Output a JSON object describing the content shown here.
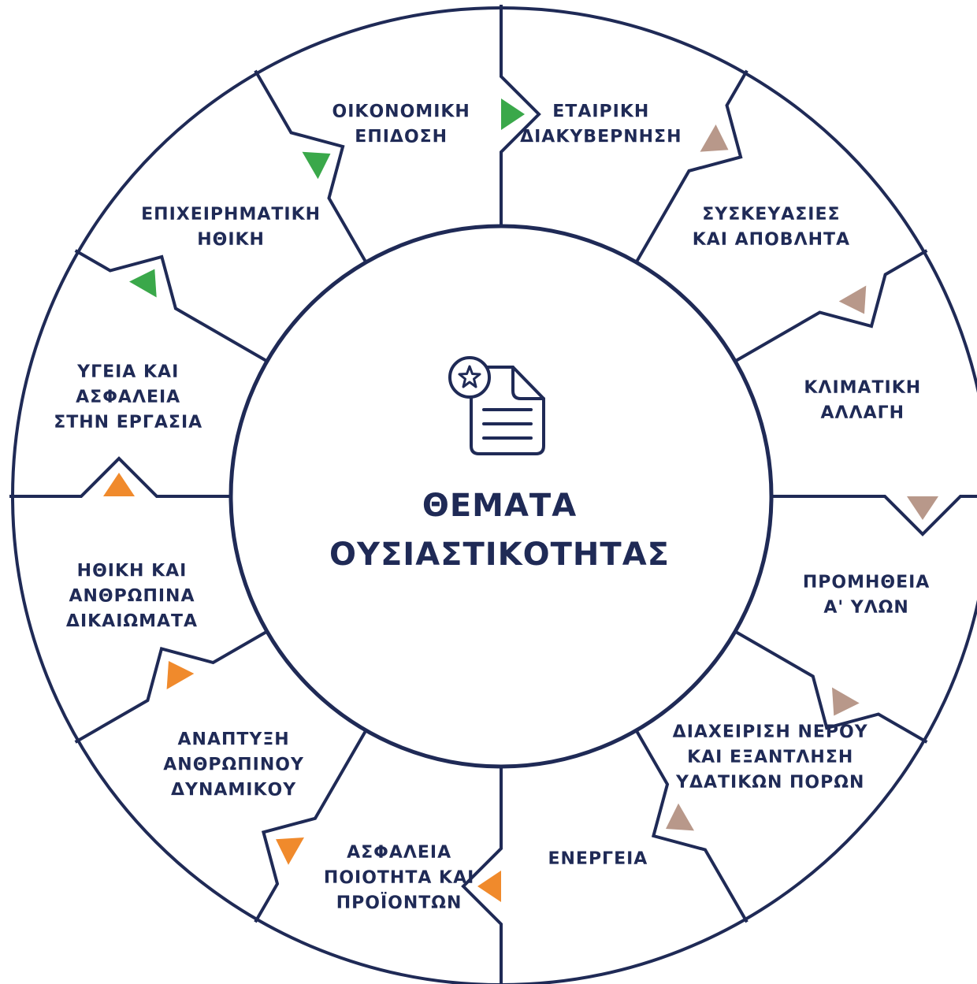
{
  "diagram": {
    "center": {
      "title_line1": "ΘΕΜΑΤΑ",
      "title_line2": "ΟΥΣΙΑΣΤΙΚΟΤΗΤΑΣ",
      "icon": "document-star-icon"
    },
    "colors": {
      "navy": "#1f2a56",
      "brown": "#b8988a",
      "green": "#3aa84a",
      "orange": "#f08a2c",
      "background": "#ffffff"
    },
    "segments": [
      {
        "id": "corporate-governance",
        "lines": [
          "ΕΤΑΙΡΙΚΗ",
          "ΔΙΑΚΥΒΕΡΝΗΣΗ"
        ],
        "category": "green"
      },
      {
        "id": "packaging-waste",
        "lines": [
          "ΣΥΣΚΕΥΑΣΙΕΣ",
          "ΚΑΙ ΑΠΟΒΛΗΤΑ"
        ],
        "category": "brown"
      },
      {
        "id": "climate-change",
        "lines": [
          "ΚΛΙΜΑΤΙΚΗ",
          "ΑΛΛΑΓΗ"
        ],
        "category": "brown"
      },
      {
        "id": "raw-materials",
        "lines": [
          "ΠΡΟΜΗΘΕΙΑ",
          "Α' ΥΛΩΝ"
        ],
        "category": "brown"
      },
      {
        "id": "water-management",
        "lines": [
          "ΔΙΑΧΕΙΡΙΣΗ ΝΕΡΟΥ",
          "ΚΑΙ ΕΞΑΝΤΛΗΣΗ",
          "ΥΔΑΤΙΚΩΝ ΠΟΡΩΝ"
        ],
        "category": "brown"
      },
      {
        "id": "energy",
        "lines": [
          "ΕΝΕΡΓΕΙΑ"
        ],
        "category": "brown"
      },
      {
        "id": "product-quality",
        "lines": [
          "ΑΣΦΑΛΕΙΑ",
          "ΠΟΙΟΤΗΤΑ ΚΑΙ",
          "ΠΡΟΪΟΝΤΩΝ"
        ],
        "category": "orange"
      },
      {
        "id": "human-capital",
        "lines": [
          "ΑΝΑΠΤΥΞΗ",
          "ΑΝΘΡΩΠΙΝΟΥ",
          "ΔΥΝΑΜΙΚΟΥ"
        ],
        "category": "orange"
      },
      {
        "id": "human-rights",
        "lines": [
          "ΗΘΙΚΗ ΚΑΙ",
          "ΑΝΘΡΩΠΙΝΑ",
          "ΔΙΚΑΙΩΜΑΤΑ"
        ],
        "category": "orange"
      },
      {
        "id": "health-safety",
        "lines": [
          "ΥΓΕΙΑ ΚΑΙ",
          "ΑΣΦΑΛΕΙΑ",
          "ΣΤΗΝ ΕΡΓΑΣΙΑ"
        ],
        "category": "orange"
      },
      {
        "id": "business-ethics",
        "lines": [
          "ΕΠΙΧΕΙΡΗΜΑΤΙΚΗ",
          "ΗΘΙΚΗ"
        ],
        "category": "green"
      },
      {
        "id": "economic-performance",
        "lines": [
          "ΟΙΚΟΝΟΜΙΚΗ",
          "ΕΠΙΔΟΣΗ"
        ],
        "category": "green"
      }
    ]
  }
}
